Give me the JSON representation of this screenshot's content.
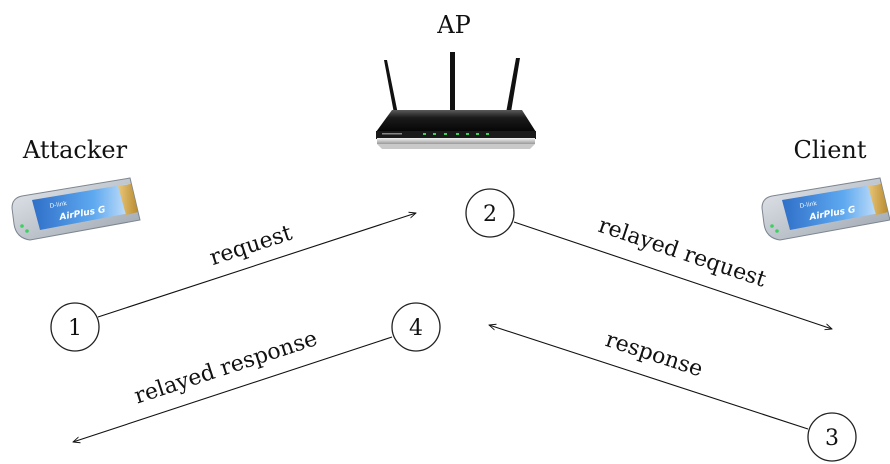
{
  "nodes": {
    "ap": "AP",
    "attacker": "Attacker",
    "client": "Client"
  },
  "edges": {
    "request": "request",
    "relayed_request": "relayed request",
    "response": "response",
    "relayed_response": "relayed response"
  },
  "steps": [
    "1",
    "2",
    "3",
    "4"
  ],
  "device_label": {
    "card_brand": "D-link",
    "card_product": "AirPlus G"
  }
}
